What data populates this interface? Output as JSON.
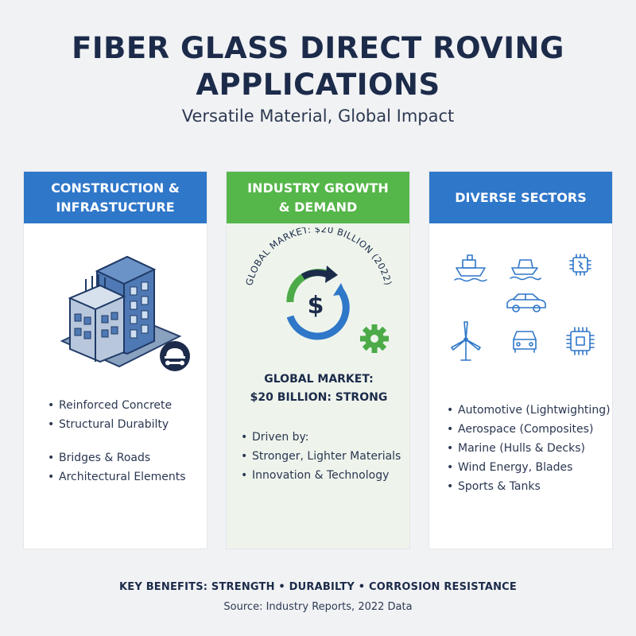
{
  "header": {
    "title": "FIBER GLASS DIRECT ROVING APPLICATIONS",
    "subtitle": "Versatile Material, Global Impact"
  },
  "panels": [
    {
      "heading": "CONSTRUCTION &\nINFRASTUCTURE",
      "icons": [
        "building-icon",
        "hard-hat-wrench-icon"
      ],
      "items_a": [
        "Reinforced Concrete",
        "Structural Durabilty"
      ],
      "items_b": [
        "Bridges & Roads",
        "Architectural Elements"
      ],
      "color": "#2f77c9"
    },
    {
      "heading": "INDUSTRY GROWTH\n& DEMAND",
      "arc_text": "GLOBAL MARKET: $20 BILLION (2022)",
      "market_text": "GLOBAL MARKET:\n$20 BILLION: STRONG",
      "icons": [
        "dollar-cycle-icon",
        "gear-icon"
      ],
      "items": [
        "Driven by:",
        "Stronger, Lighter Materials",
        "Innovation & Technology"
      ],
      "color": "#55b64a"
    },
    {
      "heading": "DIVERSE SECTORS",
      "icons": [
        "ship-icon",
        "boat-icon",
        "chip-icon",
        "car-side-icon",
        "wind-turbine-icon",
        "car-front-icon",
        "circuit-board-icon"
      ],
      "items": [
        "Automotive (Lightwighting)",
        "Aerospace (Composites)",
        "Marine (Hulls & Decks)",
        "Wind Energy, Blades",
        "Sports & Tanks"
      ],
      "color": "#2f77c9"
    }
  ],
  "footer": {
    "benefits": "KEY BENEFITS: STRENGTH • DURABILTY • CORROSION RESISTANCE",
    "source": "Source: Industry Reports, 2022 Data"
  }
}
